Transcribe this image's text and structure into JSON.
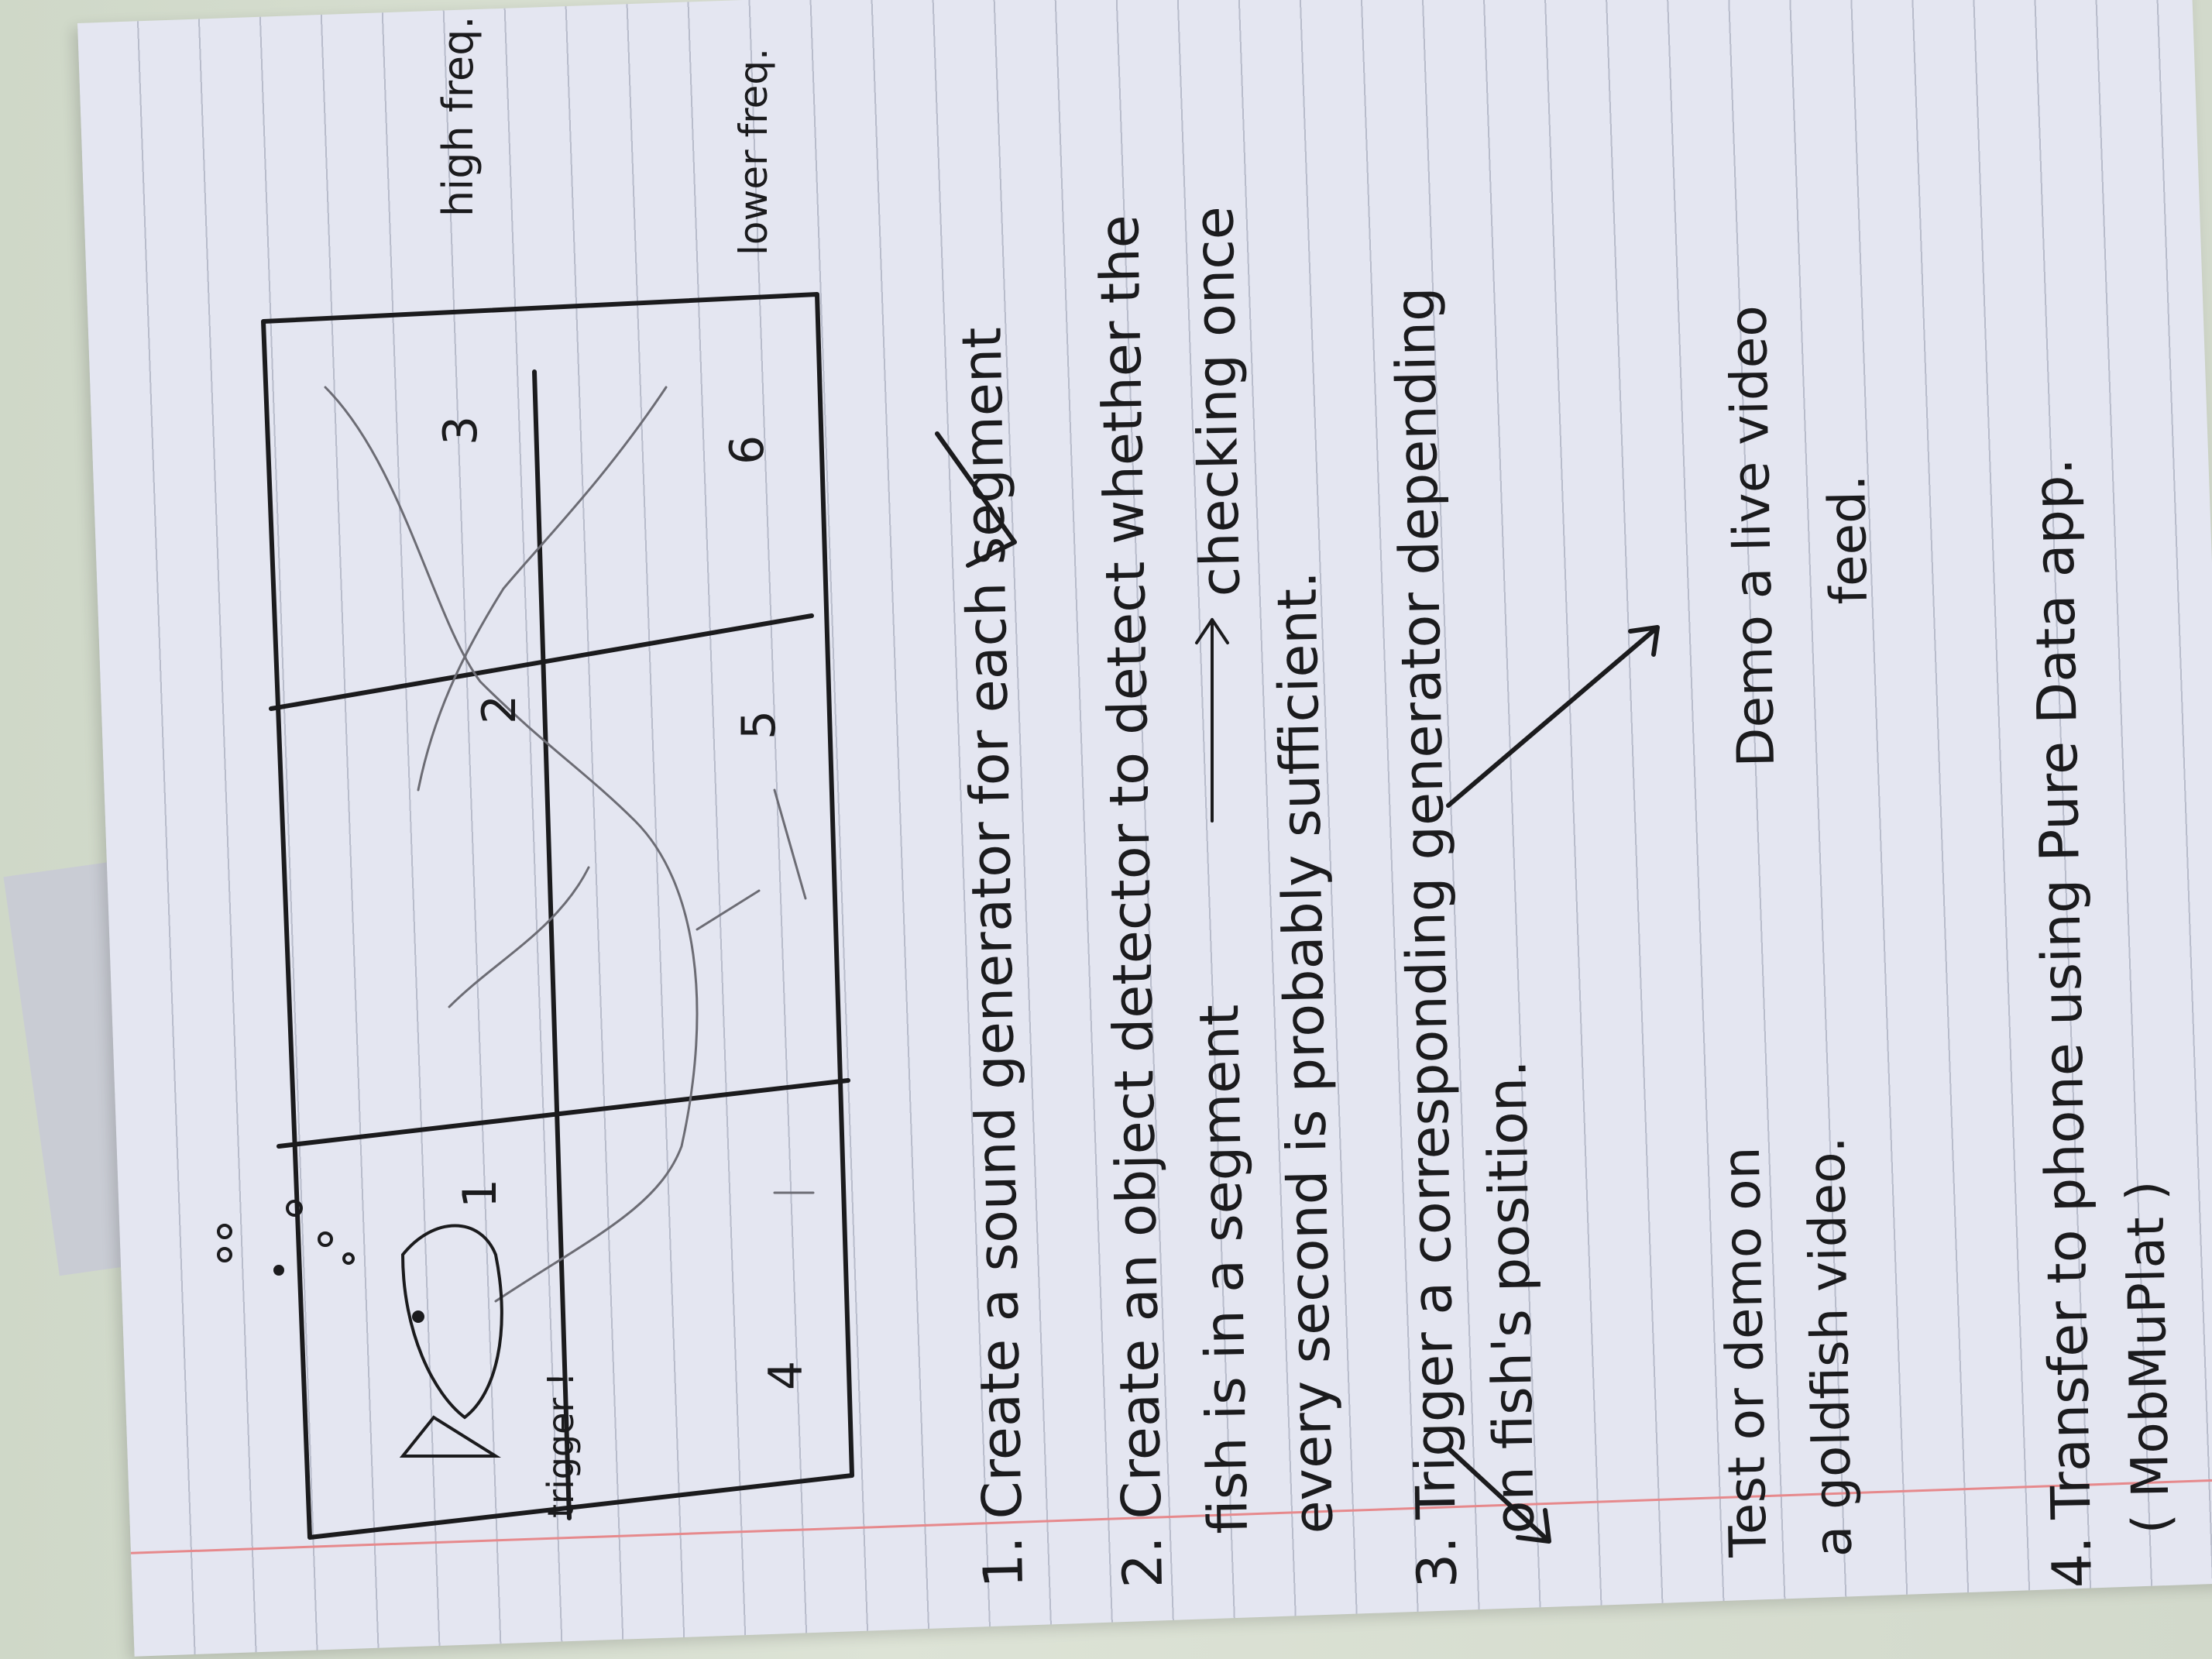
{
  "sketch": {
    "trigger_label": "trigger !",
    "segments": [
      "1",
      "2",
      "3",
      "4",
      "5",
      "6"
    ],
    "high_freq_label": "high freq.",
    "lower_freq_label": "lower freq."
  },
  "notes": {
    "step1": "1. Create a sound generator for each segment",
    "step2_line1": "2. Create an object detector to detect whether the",
    "step2_line2": "fish is in a segment",
    "step2_checking": "checking once",
    "step2_line3": "every second is probably sufficient.",
    "step3_line1": "3. Trigger a corresponding generator depending",
    "step3_line2": "on fish's position.",
    "test_line1": "Test or demo on",
    "test_line2": "a goldfish video.",
    "live_line1": "Demo a live video",
    "live_line2": "feed.",
    "step4_line1": "4. Transfer to phone using Pure Data app.",
    "step4_line2": "( MobMuPlat )"
  }
}
